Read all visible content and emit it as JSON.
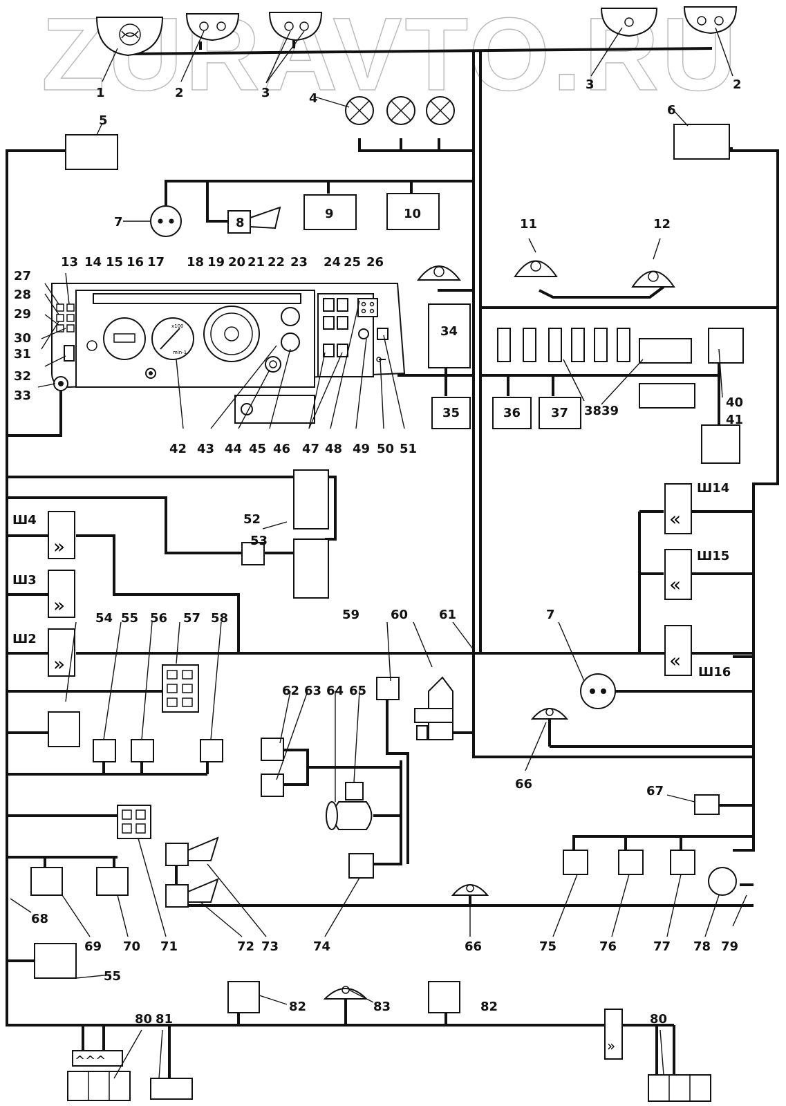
{
  "watermark": "ZURAVTO.RU",
  "colors": {
    "line": "#111111",
    "background": "#ffffff",
    "watermark": "#bbbbbb"
  },
  "labels": {
    "l1": "1",
    "l2a": "2",
    "l2b": "2",
    "l3a": "3",
    "l3b": "3",
    "l4": "4",
    "l5": "5",
    "l6": "6",
    "l7a": "7",
    "l7b": "7",
    "l8": "8",
    "l9": "9",
    "l10": "10",
    "l11": "11",
    "l12": "12",
    "l13": "13",
    "l14": "14",
    "l15": "15",
    "l16": "16",
    "l17": "17",
    "l18": "18",
    "l19": "19",
    "l20": "20",
    "l21": "21",
    "l22": "22",
    "l23": "23",
    "l24": "24",
    "l25": "25",
    "l26": "26",
    "l27": "27",
    "l28": "28",
    "l29": "29",
    "l30": "30",
    "l31": "31",
    "l32": "32",
    "l33": "33",
    "l34": "34",
    "l35": "35",
    "l36": "36",
    "l37": "37",
    "l38": "38",
    "l39": "39",
    "l40": "40",
    "l41": "41",
    "l42": "42",
    "l43": "43",
    "l44": "44",
    "l45": "45",
    "l46": "46",
    "l47": "47",
    "l48": "48",
    "l49": "49",
    "l50": "50",
    "l51": "51",
    "l52": "52",
    "l53": "53",
    "l54": "54",
    "l55a": "55",
    "l55b": "55",
    "l56": "56",
    "l57": "57",
    "l58": "58",
    "l59": "59",
    "l60": "60",
    "l61": "61",
    "l62": "62",
    "l63": "63",
    "l64": "64",
    "l65": "65",
    "l66a": "66",
    "l66b": "66",
    "l67": "67",
    "l68": "68",
    "l69": "69",
    "l70": "70",
    "l71": "71",
    "l72": "72",
    "l73": "73",
    "l74": "74",
    "l75": "75",
    "l76": "76",
    "l77": "77",
    "l78": "78",
    "l79": "79",
    "l80a": "80",
    "l80b": "80",
    "l81": "81",
    "l82a": "82",
    "l82b": "82",
    "l83": "83",
    "sh2": "Ш2",
    "sh3": "Ш3",
    "sh4": "Ш4",
    "sh14": "Ш14",
    "sh15": "Ш15",
    "sh16": "Ш16"
  },
  "gauge": {
    "scale": "x100",
    "unit": "min-1"
  }
}
